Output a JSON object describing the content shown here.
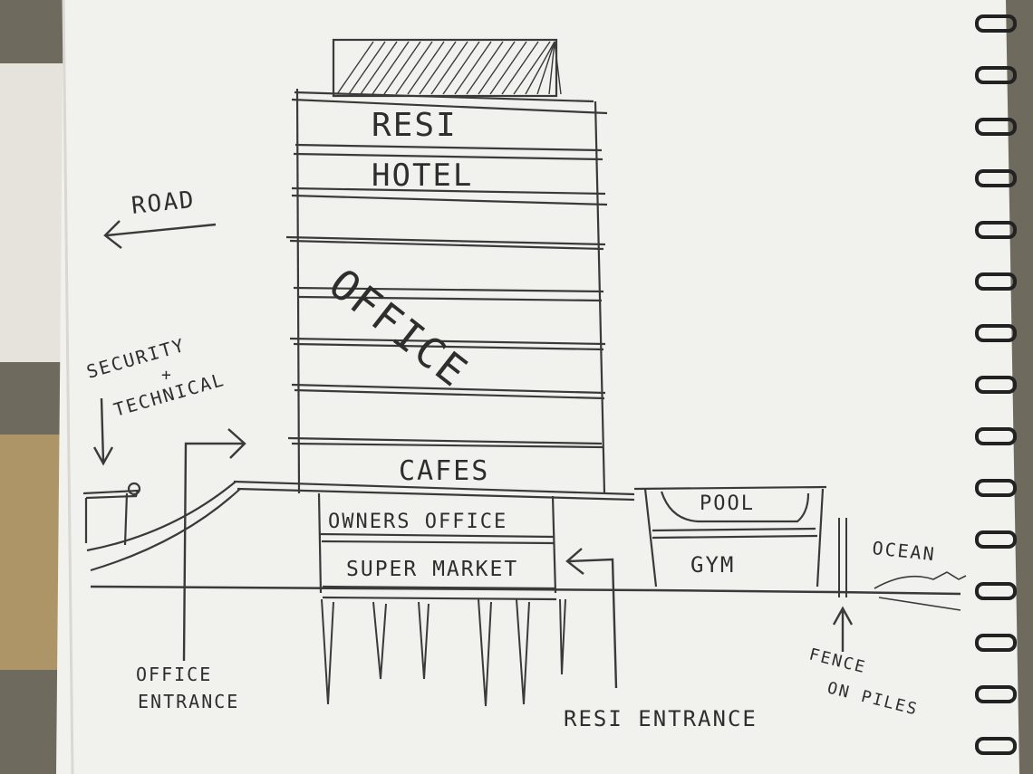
{
  "diagram": {
    "floors": {
      "resi": "RESI",
      "hotel": "HOTEL",
      "office": "OFFICE",
      "cafes": "CAFES",
      "owners_office": "OWNERS OFFICE",
      "supermarket": "SUPER MARKET",
      "pool": "POOL",
      "gym": "GYM"
    },
    "annotations": {
      "road": "ROAD",
      "security_line1": "SECURITY",
      "security_line2": "+",
      "security_line3": "TECHNICAL",
      "office_entrance_line1": "OFFICE",
      "office_entrance_line2": "ENTRANCE",
      "resi_entrance": "RESI ENTRANCE",
      "ocean": "OCEAN",
      "fence_line1": "FENCE",
      "fence_line2": "ON PILES"
    }
  },
  "colors": {
    "paper": "#f1f1ee",
    "pencil": "#3a3a3a",
    "faint_pencil": "#9a9a9a",
    "spiral": "#222222"
  }
}
